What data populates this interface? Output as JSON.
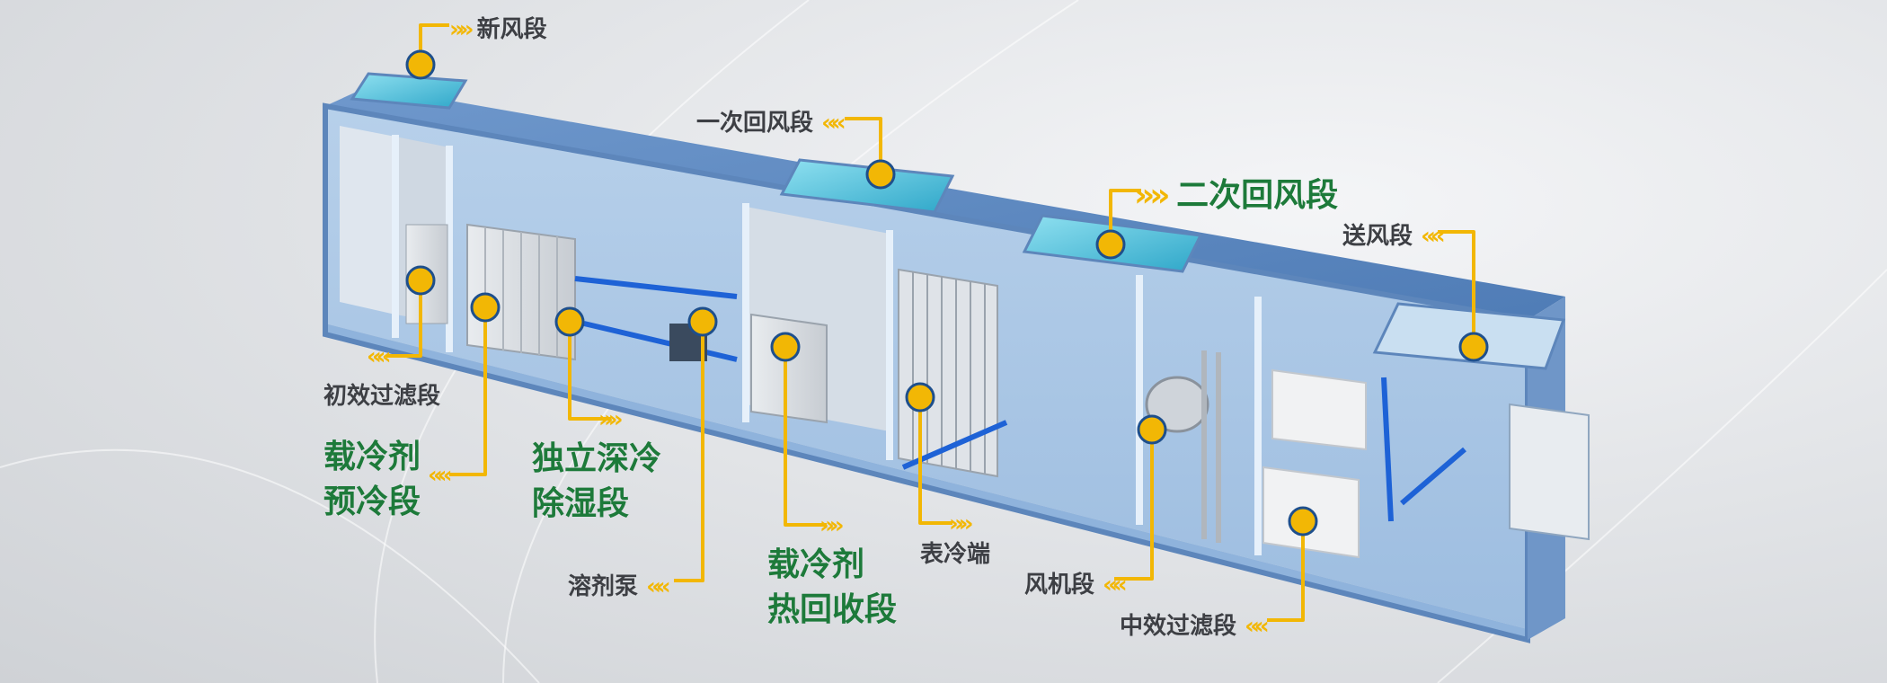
{
  "labels": {
    "fresh_air": "新风段",
    "primary_return": "一次回风段",
    "secondary_return": "二次回风段",
    "supply_air": "送风段",
    "primary_filter": "初效过滤段",
    "refrigerant_precool_l1": "载冷剂",
    "refrigerant_precool_l2": "预冷段",
    "deep_dehumid_l1": "独立深冷",
    "deep_dehumid_l2": "除湿段",
    "solvent_pump": "溶剂泵",
    "heat_recovery_l1": "载冷剂",
    "heat_recovery_l2": "热回收段",
    "surface_cooler": "表冷端",
    "fan_section": "风机段",
    "medium_filter": "中效过滤段"
  },
  "colors": {
    "marker": "#f2b705",
    "marker_ring": "#1e4f8c",
    "casing_top": "#5e88bf",
    "casing_inner": "#c4d9ee",
    "label_green": "#1d7a3a",
    "label_gray": "#3d3f44"
  },
  "icons": {
    "chevron": "chevrons-icon",
    "marker": "callout-dot-icon"
  }
}
